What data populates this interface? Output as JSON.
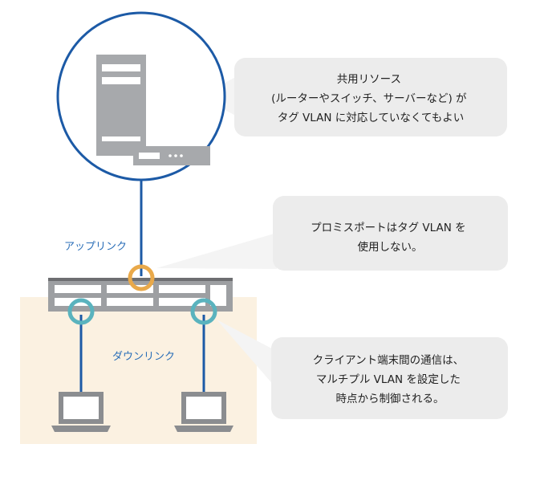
{
  "colors": {
    "link_blue": "#1c5aa6",
    "label_blue": "#2a6eb8",
    "server_gray": "#a7a9ac",
    "switch_gray": "#9d9fa2",
    "switch_dark": "#6d6e71",
    "promiscuous_ring": "#e9a94a",
    "downlink_ring": "#5ab3be",
    "downlink_zone": "#fbf1e1",
    "callout_bg": "#ececec",
    "pointer_bg": "#f4f4f4"
  },
  "icons": {
    "server": "server-tower-icon",
    "small_device": "network-appliance-icon",
    "switch": "network-switch-icon",
    "client": "laptop-icon"
  },
  "labels": {
    "uplink": "アップリンク",
    "downlink": "ダウンリンク"
  },
  "callouts": {
    "shared_resources": {
      "lines": [
        "共用リソース",
        "(ルーターやスイッチ、サーバーなど) が",
        "タグ VLAN に対応していなくてもよい"
      ]
    },
    "promiscuous_port": {
      "lines": [
        "プロミスポートはタグ VLAN を",
        "使用しない。"
      ]
    },
    "client_traffic": {
      "lines": [
        "クライアント端末間の通信は、",
        "マルチプル VLAN を設定した",
        "時点から制御される。"
      ]
    }
  }
}
